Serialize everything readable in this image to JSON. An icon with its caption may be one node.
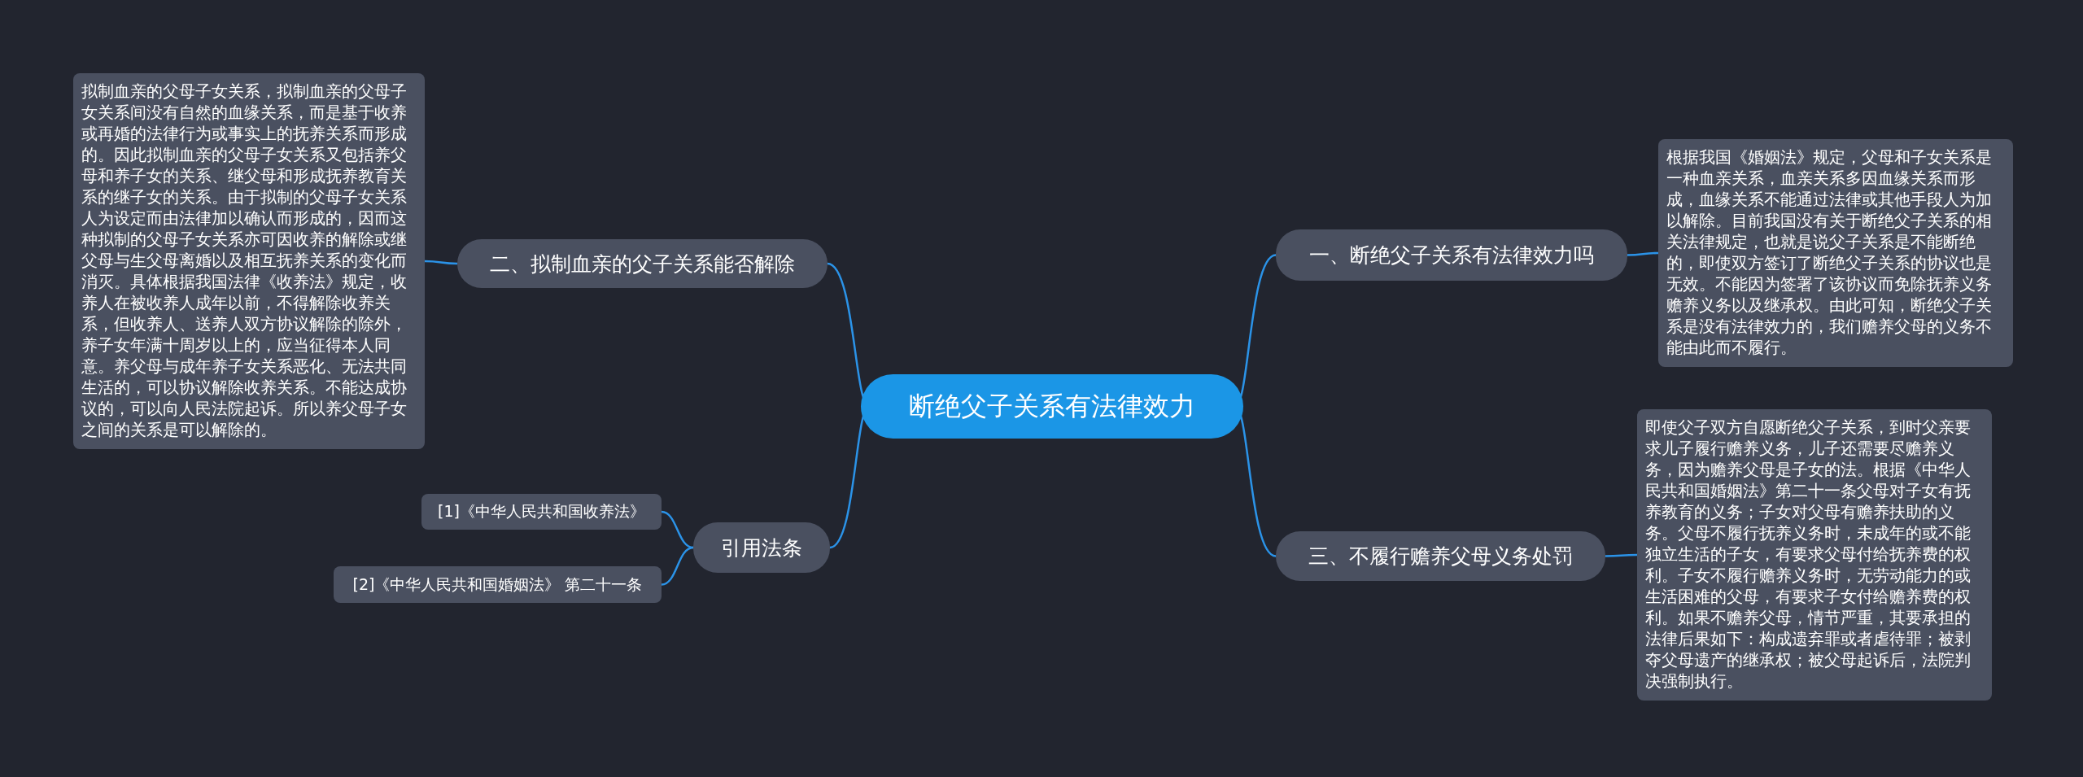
{
  "diagram": {
    "nodes": [
      {
        "text": [
          "断绝父子关系有法律效力"
        ]
      },
      {
        "text": [
          "一、断绝父子关系有法律效力吗"
        ]
      },
      {
        "text": [
          "根据我国《婚姻法》规定，父母和子女关系是一种血亲关系，血亲关系多因血缘关系而形成，血缘关系不能通过法律或其他手段人为加以解除。目前我国没有关于断绝父子关系的相关法律规定，也就是说父子关系是不能断绝的，即使双方签订了断绝父子关系的协议也是无效。不能因为签署了该协议而免除抚养义务赡养义务以及继承权。由此可知，断绝父子关系是没有法律效力的，我们赡养父母的义务不能由此而不履行。"
        ]
      },
      {
        "text": [
          "二、拟制血亲的父子关系能否解除"
        ]
      },
      {
        "text": [
          "拟制血亲的父母子女关系，拟制血亲的父母子女关系间没有自然的血缘关系，而是基于收养或再婚的法律行为或事实上的抚养关系而形成的。因此拟制血亲的父母子女关系又包括养父母和养子女的关系、继父母和形成抚养教育关系的继子女的关系。由于拟制的父母子女关系人为设定而由法律加以确认而形成的，因而这种拟制的父母子女关系亦可因收养的解除或继父母与生父母离婚以及相互抚养关系的变化而消灭。具体根据我国法律《收养法》规定，收养人在被收养人成年以前，不得解除收养关系，但收养人、送养人双方协议解除的除外，养子女年满十周岁以上的，应当征得本人同意。养父母与成年养子女关系恶化、无法共同生活的，可以协议解除收养关系。不能达成协议的，可以向人民法院起诉。所以养父母子女之间的关系是可以解除的。"
        ]
      },
      {
        "text": [
          "三、不履行赡养父母义务处罚"
        ]
      },
      {
        "text": [
          "即使父子双方自愿断绝父子关系，到时父亲要求儿子履行赡养义务，儿子还需要尽赡养义务，因为赡养父母是子女的法。根据《中华人民共和国婚姻法》第二十一条父母对子女有抚养教育的义务；子女对父母有赡养扶助的义务。父母不履行抚养义务时，未成年的或不能独立生活的子女，有要求父母付给抚养费的权利。子女不履行赡养义务时，无劳动能力的或生活困难的父母，有要求子女付给赡养费的权利。如果不赡养父母，情节严重，其要承担的法律后果如下：构成遗弃罪或者虐待罪；被剥夺父母遗产的继承权；被父母起诉后，法院判决强制执行。"
        ]
      },
      {
        "text": [
          "引用法条"
        ]
      },
      {
        "text": [
          "[1]《中华人民共和国收养法》"
        ]
      },
      {
        "text": [
          "[2]《中华人民共和国婚姻法》 第二十一条"
        ]
      }
    ],
    "edges": [
      {
        "from": 0,
        "to": 1,
        "arrow": "none"
      },
      {
        "from": 0,
        "to": 3,
        "arrow": "none"
      },
      {
        "from": 0,
        "to": 5,
        "arrow": "none"
      },
      {
        "from": 0,
        "to": 7,
        "arrow": "none"
      },
      {
        "from": 1,
        "to": 2,
        "arrow": "none"
      },
      {
        "from": 3,
        "to": 4,
        "arrow": "none"
      },
      {
        "from": 5,
        "to": 6,
        "arrow": "none"
      },
      {
        "from": 7,
        "to": 8,
        "arrow": "none"
      },
      {
        "from": 7,
        "to": 9,
        "arrow": "none"
      }
    ]
  }
}
